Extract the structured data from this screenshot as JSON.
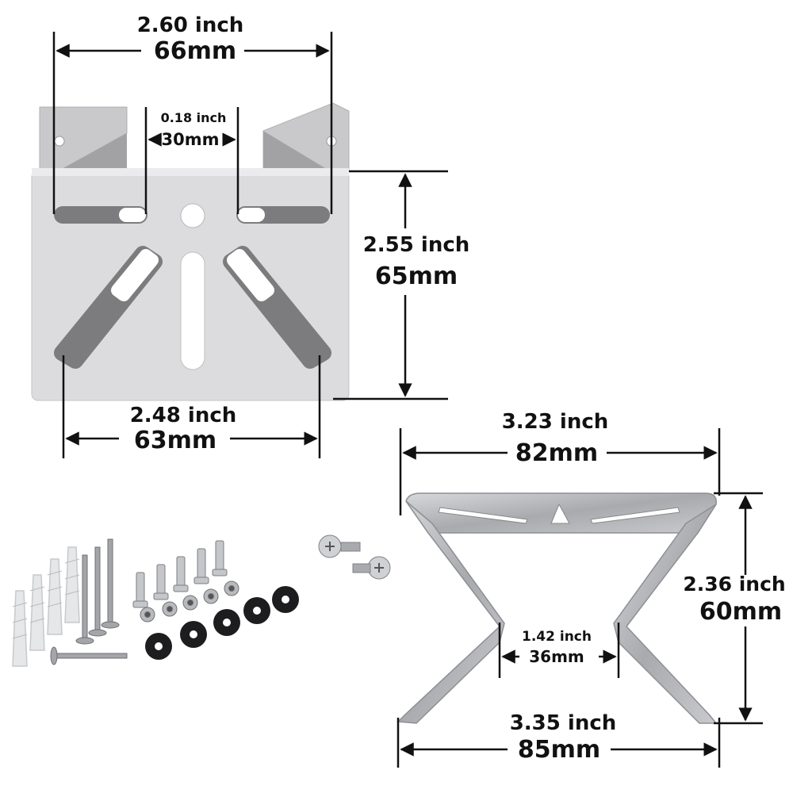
{
  "colors": {
    "bracket_fill": "#d9d9db",
    "bracket_shadow": "#a9a9ab",
    "slot_dark": "#7c7c7e",
    "steel": "#b5b7ba",
    "line": "#111111",
    "background": "#ffffff"
  },
  "dimensions": {
    "top_width": {
      "inch": "2.60 inch",
      "mm": "66mm"
    },
    "slot_gap": {
      "inch": "0.18 inch",
      "mm": "30mm"
    },
    "height": {
      "inch": "2.55 inch",
      "mm": "65mm"
    },
    "bottom_width": {
      "inch": "2.48 inch",
      "mm": "63mm"
    },
    "side_top_width": {
      "inch": "3.23 inch",
      "mm": "82mm"
    },
    "side_height": {
      "inch": "2.36 inch",
      "mm": "60mm"
    },
    "side_inner_width": {
      "inch": "1.42 inch",
      "mm": "36mm"
    },
    "side_bottom_width": {
      "inch": "3.35 inch",
      "mm": "85mm"
    }
  },
  "hardware": {
    "wall_anchors": "wall-anchor-icon",
    "long_screws": "wood-screw-icon",
    "bolts": "hex-bolt-icon",
    "nuts": "hex-nut-icon",
    "washers": "rubber-washer-icon",
    "phillips_screws": "phillips-screw-icon"
  }
}
